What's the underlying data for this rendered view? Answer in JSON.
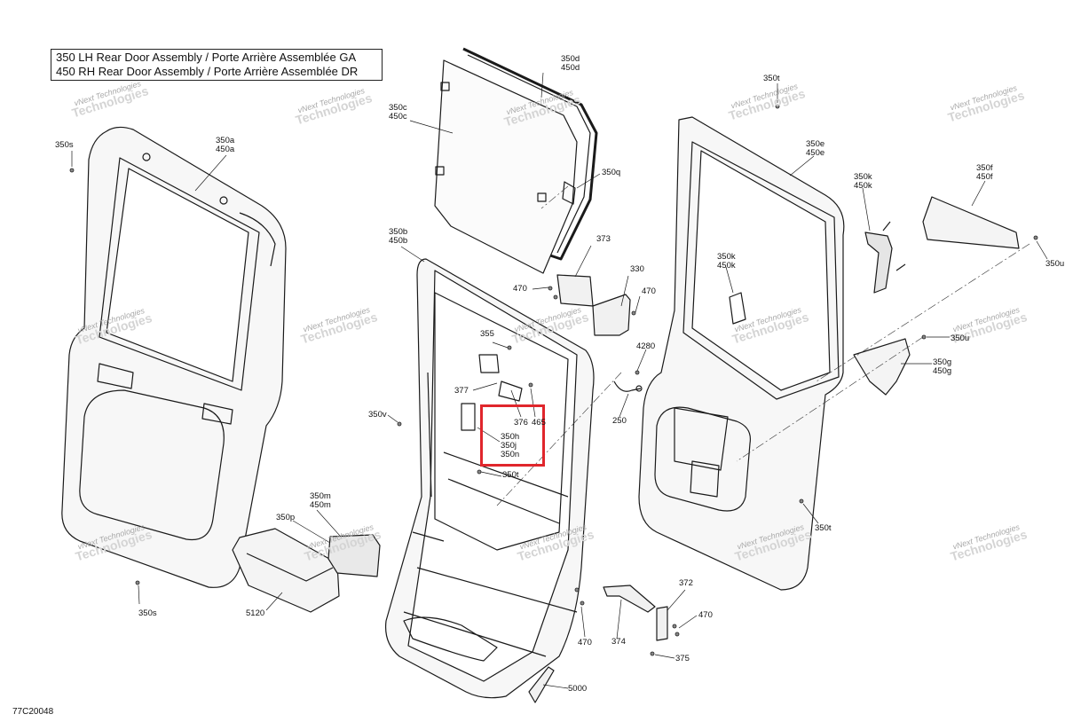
{
  "title": {
    "line1": "350 LH Rear Door Assembly / Porte Arrière Assemblée GA",
    "line2": "450 RH Rear Door Assembly / Porte Arrière Assemblée DR"
  },
  "watermark": {
    "line1": "vNext Technologies",
    "line2": "Technologies"
  },
  "reference_code": "77C20048",
  "callouts": {
    "c350s_top": "350s",
    "c350a": "350a",
    "c450a": "450a",
    "c350c": "350c",
    "c450c": "450c",
    "c350d": "350d",
    "c450d": "450d",
    "c350q": "350q",
    "c350b": "350b",
    "c450b": "450b",
    "c373": "373",
    "c330": "330",
    "c470_a": "470",
    "c470_b": "470",
    "c355": "355",
    "c377": "377",
    "c376": "376",
    "c465": "465",
    "c350h": "350h",
    "c350j": "350j",
    "c350n": "350n",
    "c350v": "350v",
    "c350t_mid": "350t",
    "c4280": "4280",
    "c250": "250",
    "c350m": "350m",
    "c450m": "450m",
    "c350p": "350p",
    "c5120": "5120",
    "c350s_bottom": "350s",
    "c350t_top": "350t",
    "c350e": "350e",
    "c450e": "450e",
    "c350k_a": "350k",
    "c450k_a": "450k",
    "c350k_b": "350k",
    "c450k_b": "450k",
    "c350f": "350f",
    "c450f": "450f",
    "c350u_a": "350u",
    "c350u_b": "350u",
    "c350g": "350g",
    "c450g": "450g",
    "c350t_right": "350t",
    "c372": "372",
    "c470_c": "470",
    "c470_d": "470",
    "c374": "374",
    "c375": "375",
    "c5000": "5000"
  },
  "colors": {
    "highlight": "#e0262c",
    "line": "#1a1a1a"
  }
}
